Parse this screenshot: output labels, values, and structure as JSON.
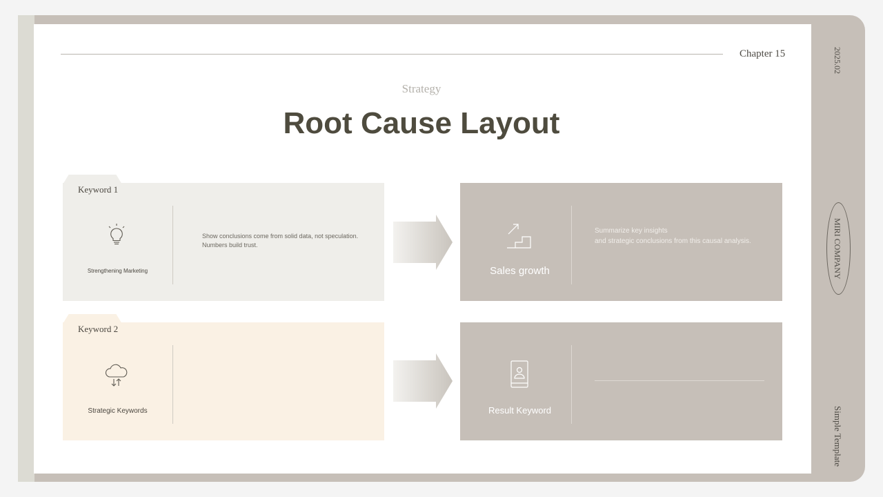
{
  "header": {
    "chapter": "Chapter 15",
    "subtitle": "Strategy",
    "title": "Root Cause Layout"
  },
  "side": {
    "date": "2025.02",
    "company": "MIRI COMPANY",
    "template": "Simple Template"
  },
  "rows": [
    {
      "keyword": "Keyword 1",
      "cause_icon": "lightbulb-icon",
      "cause_label": "Strengthening Marketing",
      "cause_desc_line1": "Show conclusions come from solid data, not speculation.",
      "cause_desc_line2": "Numbers build trust.",
      "result_icon": "stairs-growth-icon",
      "result_label": "Sales growth",
      "result_desc_line1": "Summarize key insights",
      "result_desc_line2": "and strategic conclusions from this causal analysis."
    },
    {
      "keyword": "Keyword 2",
      "cause_icon": "cloud-transfer-icon",
      "cause_label": "Strategic Keywords",
      "cause_desc_line1": "",
      "result_icon": "mobile-user-icon",
      "result_label": "Result Keyword"
    }
  ],
  "colors": {
    "frame": "#c6bfb8",
    "card_gray": "#efeeea",
    "card_cream": "#faf1e4",
    "title": "#4e4b3e"
  }
}
